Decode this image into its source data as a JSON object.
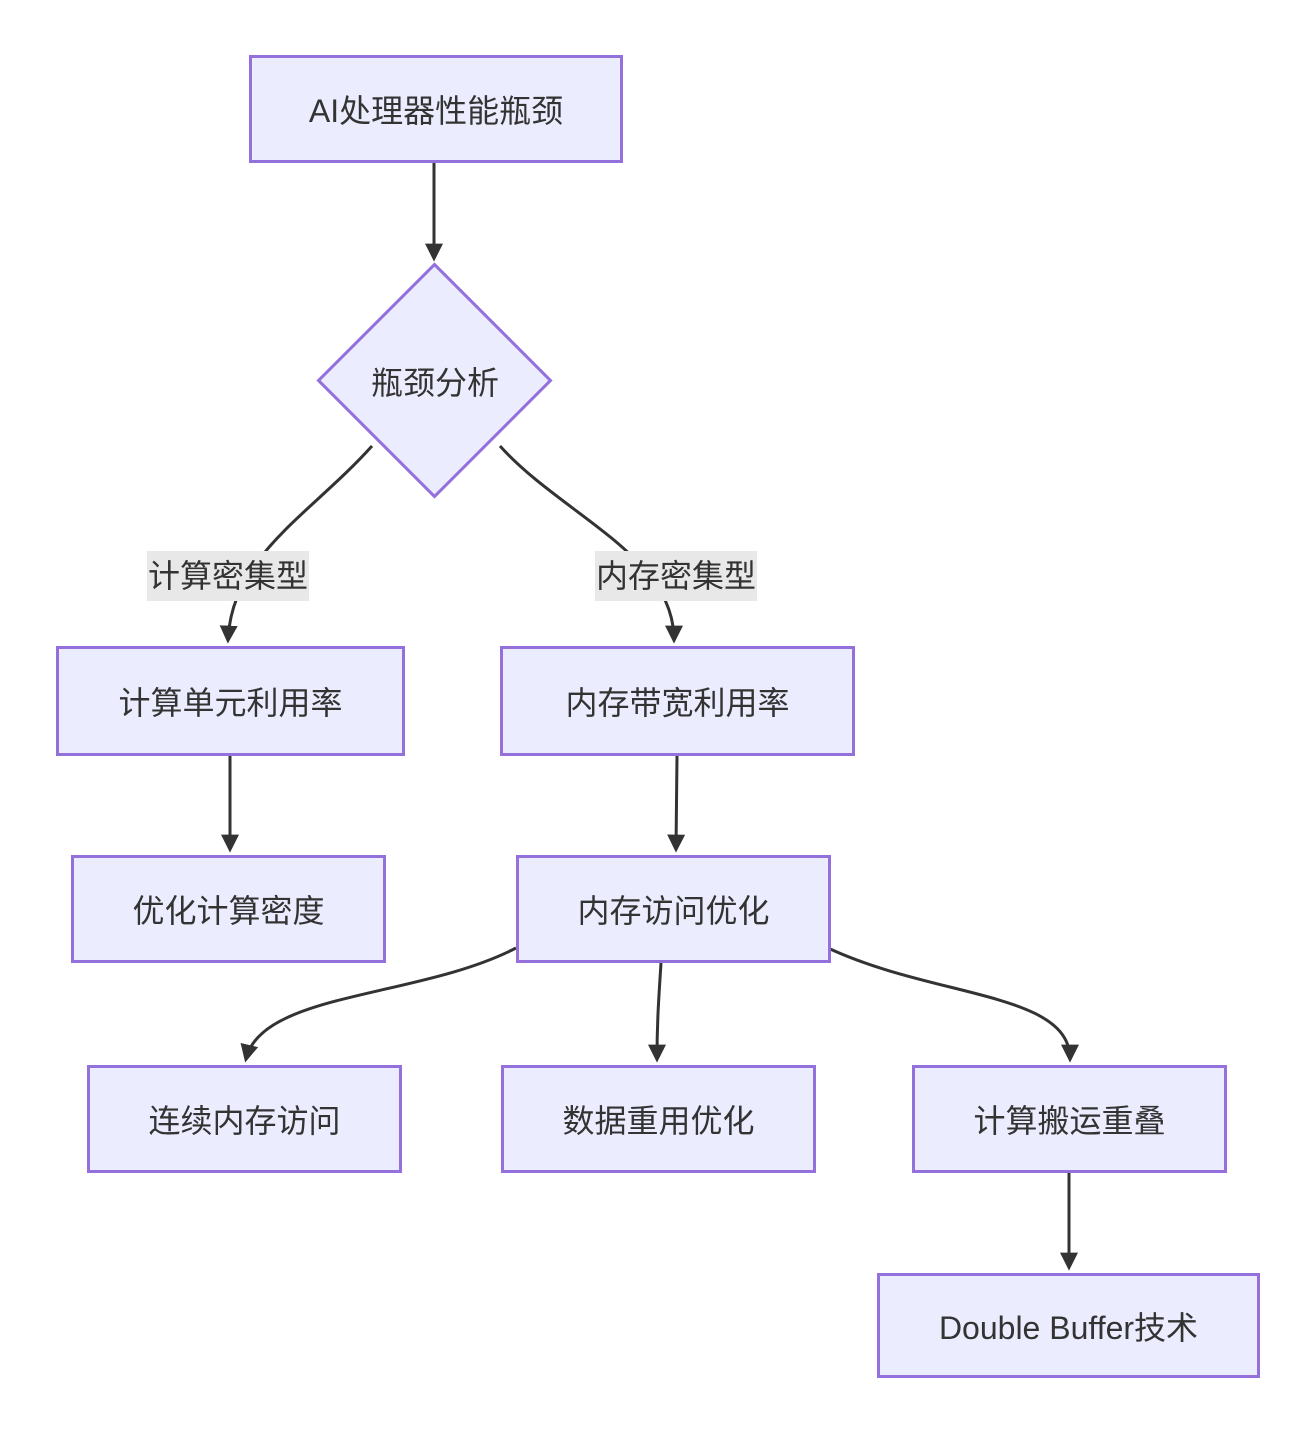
{
  "diagram": {
    "type": "flowchart",
    "direction": "top-down",
    "colors": {
      "background": "#FFFFFF",
      "node_fill": "#ECECFF",
      "node_border": "#9370DB",
      "edge_stroke": "#333333",
      "text": "#333333",
      "edge_label_bg": "#E8E8E8"
    },
    "nodes": [
      {
        "id": "A",
        "shape": "rect",
        "label": "AI处理器性能瓶颈"
      },
      {
        "id": "B",
        "shape": "diamond",
        "label": "瓶颈分析"
      },
      {
        "id": "C",
        "shape": "rect",
        "label": "计算单元利用率"
      },
      {
        "id": "D",
        "shape": "rect",
        "label": "内存带宽利用率"
      },
      {
        "id": "E",
        "shape": "rect",
        "label": "优化计算密度"
      },
      {
        "id": "F",
        "shape": "rect",
        "label": "内存访问优化"
      },
      {
        "id": "G",
        "shape": "rect",
        "label": "连续内存访问"
      },
      {
        "id": "H",
        "shape": "rect",
        "label": "数据重用优化"
      },
      {
        "id": "I",
        "shape": "rect",
        "label": "计算搬运重叠"
      },
      {
        "id": "J",
        "shape": "rect",
        "label": "Double Buffer技术"
      }
    ],
    "edges": [
      {
        "from": "A",
        "to": "B",
        "label": ""
      },
      {
        "from": "B",
        "to": "C",
        "label": "计算密集型"
      },
      {
        "from": "B",
        "to": "D",
        "label": "内存密集型"
      },
      {
        "from": "C",
        "to": "E",
        "label": ""
      },
      {
        "from": "D",
        "to": "F",
        "label": ""
      },
      {
        "from": "F",
        "to": "G",
        "label": ""
      },
      {
        "from": "F",
        "to": "H",
        "label": ""
      },
      {
        "from": "F",
        "to": "I",
        "label": ""
      },
      {
        "from": "I",
        "to": "J",
        "label": ""
      }
    ]
  }
}
